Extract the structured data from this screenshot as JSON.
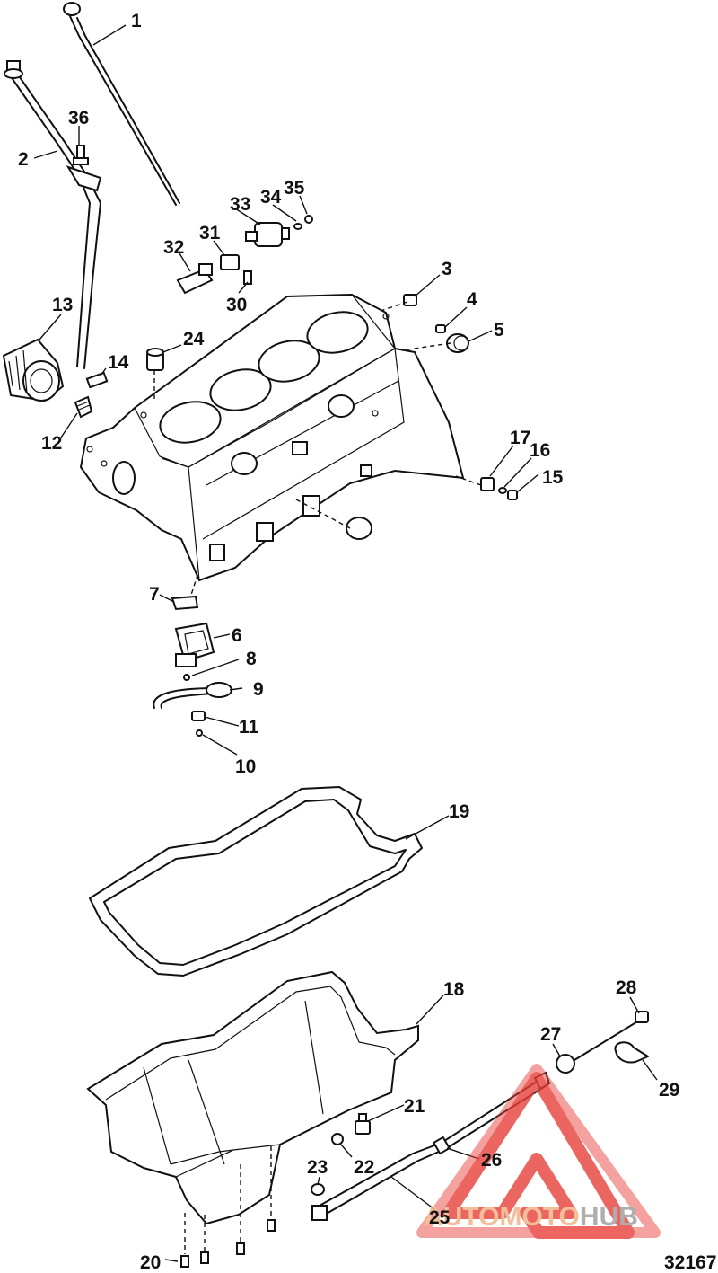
{
  "diagram": {
    "figure_number": "32167",
    "callouts": [
      "1",
      "2",
      "3",
      "4",
      "5",
      "6",
      "7",
      "8",
      "9",
      "10",
      "11",
      "12",
      "13",
      "14",
      "15",
      "16",
      "17",
      "18",
      "19",
      "20",
      "21",
      "22",
      "23",
      "24",
      "25",
      "26",
      "28",
      "27",
      "29",
      "30",
      "31",
      "32",
      "33",
      "34",
      "35",
      "36"
    ]
  },
  "watermark": {
    "part1": "AUTOMOTO",
    "part2": "HUB",
    "colors": {
      "triangle": "#e8403a",
      "text_main": "#f0b080",
      "text_hub": "#9a9a9a"
    }
  }
}
